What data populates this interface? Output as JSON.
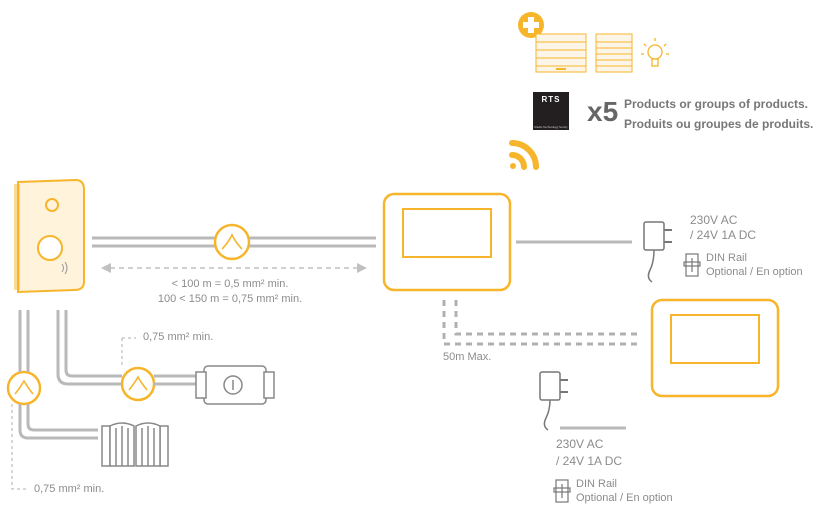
{
  "rts": {
    "logo_text": "RTS",
    "logo_subtext": "Radio Technology Somfy",
    "multiplier": "x5",
    "products_en": "Products or groups of products.",
    "products_fr": "Produits ou groupes de produits."
  },
  "cable_labels": {
    "distance_short": "< 100 m = 0,5 mm² min.",
    "distance_long": "100 < 150 m = 0,75 mm² min.",
    "section_top": "0,75 mm² min.",
    "section_bottom": "0,75 mm² min.",
    "max_length": "50m Max."
  },
  "power_upper": {
    "voltage_ac": "230V AC",
    "voltage_dc": "/ 24V 1A DC",
    "din_rail": "DIN Rail",
    "optional": "Optional / En option"
  },
  "power_lower": {
    "voltage_ac": "230V AC",
    "voltage_dc": "/ 24V 1A DC",
    "din_rail": "DIN Rail",
    "optional": "Optional / En option"
  },
  "colors": {
    "accent": "#f6b52a",
    "wire": "#b9b9b9",
    "text": "#8c8c8c"
  },
  "icons": [
    "plus-icon",
    "roller-shutter-icon",
    "garage-door-icon",
    "light-bulb-icon",
    "rts-logo",
    "wifi-signal-icon",
    "cable-junction-icon",
    "power-adapter-icon",
    "din-rail-icon",
    "door-lock-icon",
    "gate-icon"
  ]
}
